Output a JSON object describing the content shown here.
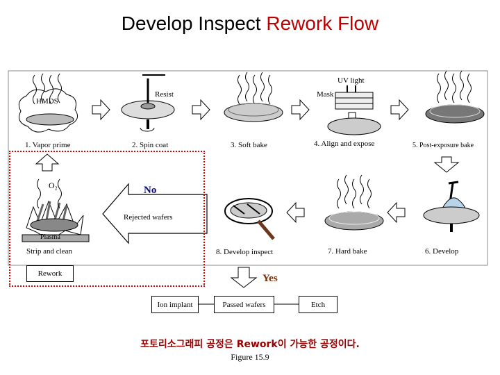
{
  "title": {
    "main": "Develop Inspect",
    "accent": "Rework Flow"
  },
  "steps": {
    "s1": "1. Vapor prime",
    "s2": "2. Spin coat",
    "s3": "3. Soft bake",
    "s4": "4. Align and expose",
    "s5": "5. Post-exposure bake",
    "s6": "6. Develop",
    "s7": "7. Hard bake",
    "s8": "8. Develop inspect",
    "strip": "Strip and clean"
  },
  "labels": {
    "hmds": "HMDS",
    "resist": "Resist",
    "uv_light": "UV light",
    "mask": "Mask",
    "o2": "O₂",
    "plasma": "Plasma",
    "rejected": "Rejected wafers",
    "no": "No",
    "yes": "Yes"
  },
  "boxes": {
    "rework": "Rework",
    "ion_implant": "Ion implant",
    "passed": "Passed wafers",
    "etch": "Etch"
  },
  "caption": {
    "korean": "포토리소그래피 공정은 Rework이 가능한 공정이다.",
    "figure": "Figure 15.9"
  },
  "colors": {
    "accent": "#c00000",
    "frame": "#d40000",
    "no": "#0a0a80",
    "yes": "#7a2a00",
    "korean": "#9b0000"
  }
}
